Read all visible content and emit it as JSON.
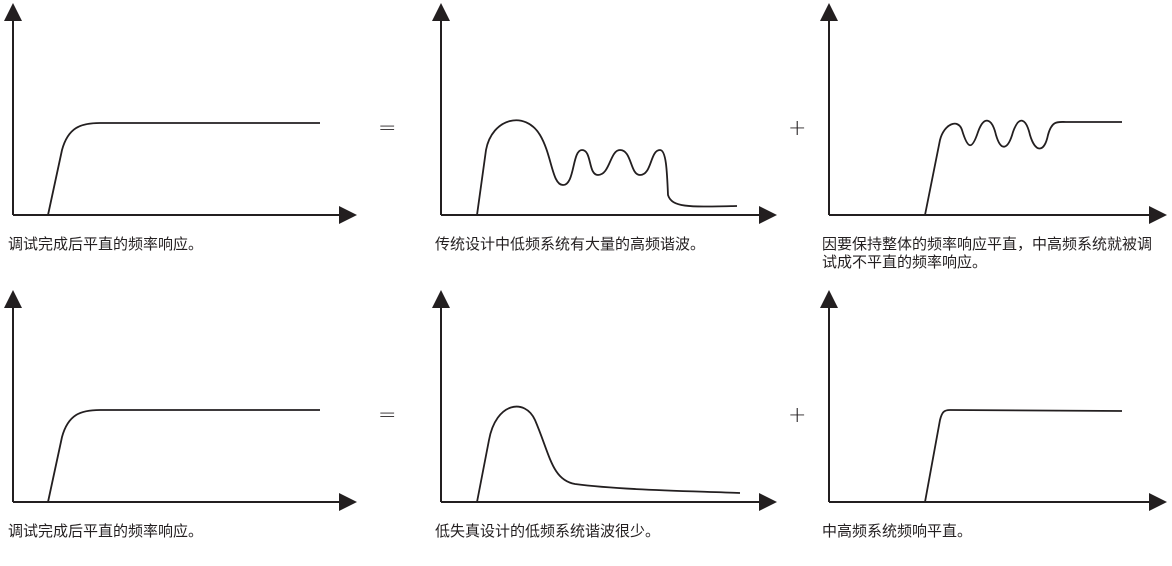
{
  "rows": [
    {
      "captions": [
        "调试完成后平直的频率响应。",
        "传统设计中低频系统有大量的高频谐波。",
        "因要保持整体的频率响应平直，中高频系统就被调试成不平直的频率响应。"
      ],
      "operators": [
        "=",
        "+"
      ]
    },
    {
      "captions": [
        "调试完成后平直的频率响应。",
        "低失真设计的低频系统谐波很少。",
        "中高频系统频响平直。"
      ],
      "operators": [
        "=",
        "+"
      ]
    }
  ]
}
